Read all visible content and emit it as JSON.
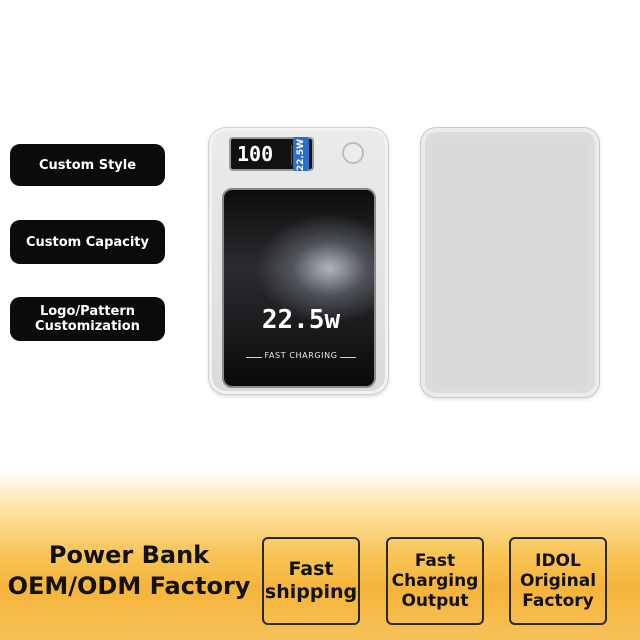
{
  "features": {
    "style_label": "Custom Style",
    "capacity_label": "Custom Capacity",
    "logo_label": "Logo/Pattern\nCustomization"
  },
  "product": {
    "lcd_digits": "100",
    "lcd_power": "22.5W",
    "screen_watt": "22.5w",
    "screen_label": "FAST CHARGING"
  },
  "banner": {
    "headline_line1": "Power Bank",
    "headline_line2": "OEM/ODM Factory",
    "box1": "Fast\nshipping",
    "box2": "Fast\nCharging\nOutput",
    "box3": "IDOL\nOriginal\nFactory"
  },
  "colors": {
    "pill_bg": "#0b0b0b",
    "banner_gold": "#f5b43a",
    "lcd_side_blue": "#2b6fc9"
  }
}
